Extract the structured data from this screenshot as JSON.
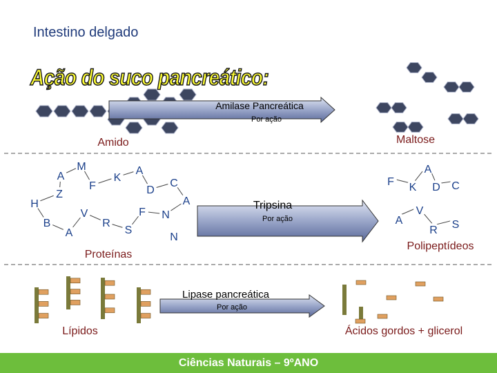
{
  "header": {
    "title": "Intestino delgado",
    "subtitle": "Ação do suco pancreático:"
  },
  "amylase": {
    "enzyme": "Amilase Pancreática",
    "action": "Por ação",
    "substrate": "Amido",
    "product": "Maltose"
  },
  "trypsin": {
    "enzyme": "Tripsina",
    "action": "Por ação",
    "substrate": "Proteínas",
    "product": "Polipeptídeos",
    "substrate_letters": [
      "A",
      "M",
      "F",
      "K",
      "A",
      "Z",
      "D",
      "C",
      "H",
      "A",
      "V",
      "F",
      "N",
      "B",
      "A",
      "R",
      "S",
      "N"
    ],
    "product_letters": [
      "A",
      "F",
      "K",
      "D",
      "C",
      "A",
      "V",
      "R",
      "S"
    ]
  },
  "lipase": {
    "enzyme": "Lipase pancreática",
    "action": "Por ação",
    "substrate": "Lípidos",
    "product": "Ácidos gordos + glicerol"
  },
  "footer": {
    "text": "Ciências Naturais – 9ºANO"
  },
  "colors": {
    "title": "#1f3a7a",
    "subtitle_fill": "#ffff33",
    "hexagon": "#3d4660",
    "letters": "#1a3f8a",
    "labels": "#7a1a1a",
    "arrow_fill": "#9aa6c9",
    "lipid_head": "#7a7a3a",
    "lipid_tail": "#e0a060",
    "footer_bg": "#6dbe3c"
  }
}
